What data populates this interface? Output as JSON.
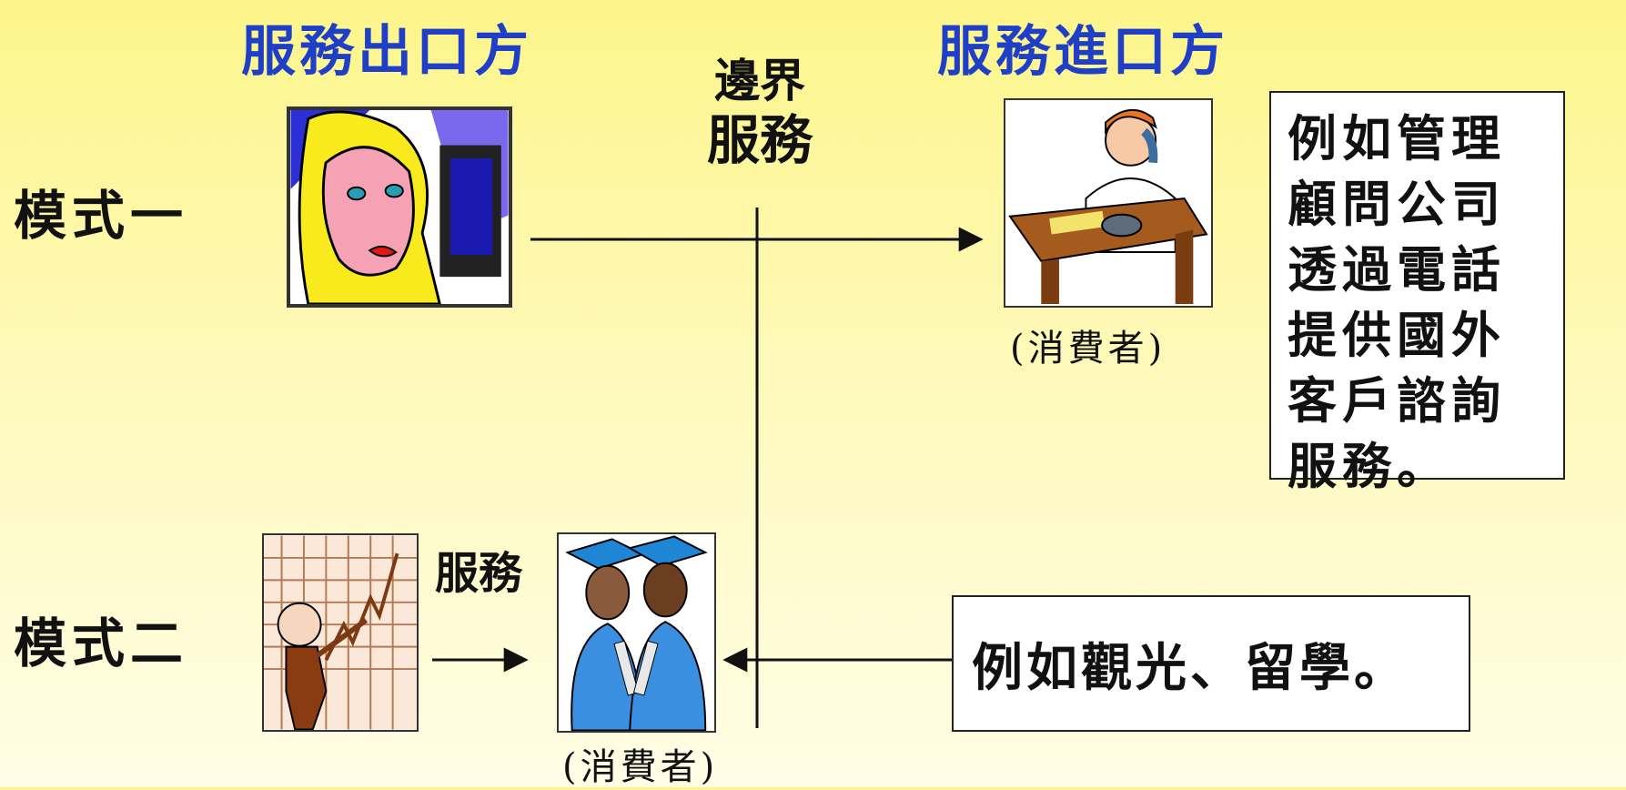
{
  "headings": {
    "exporter": "服務出口方",
    "importer": "服務進口方"
  },
  "boundary": {
    "line1": "邊界",
    "line2": "服務"
  },
  "modes": {
    "mode1": "模式一",
    "mode2": "模式二"
  },
  "labels": {
    "consumer_top": "(消費者)",
    "consumer_bottom": "(消費者)",
    "service_mode2": "服務"
  },
  "boxes": {
    "example1": "例如管理顧問公司透過電話提供國外客戶諮詢服務。",
    "example2": "例如觀光、留學。"
  },
  "icons": {
    "provider1": "woman-at-computer-icon",
    "consumer1": "man-on-phone-at-desk-icon",
    "provider2": "presenter-with-chart-icon",
    "consumer2": "graduates-icon"
  },
  "colors": {
    "heading": "#1f3fc7",
    "background_top": "#fdf58a",
    "background_bottom": "#fffde6"
  }
}
